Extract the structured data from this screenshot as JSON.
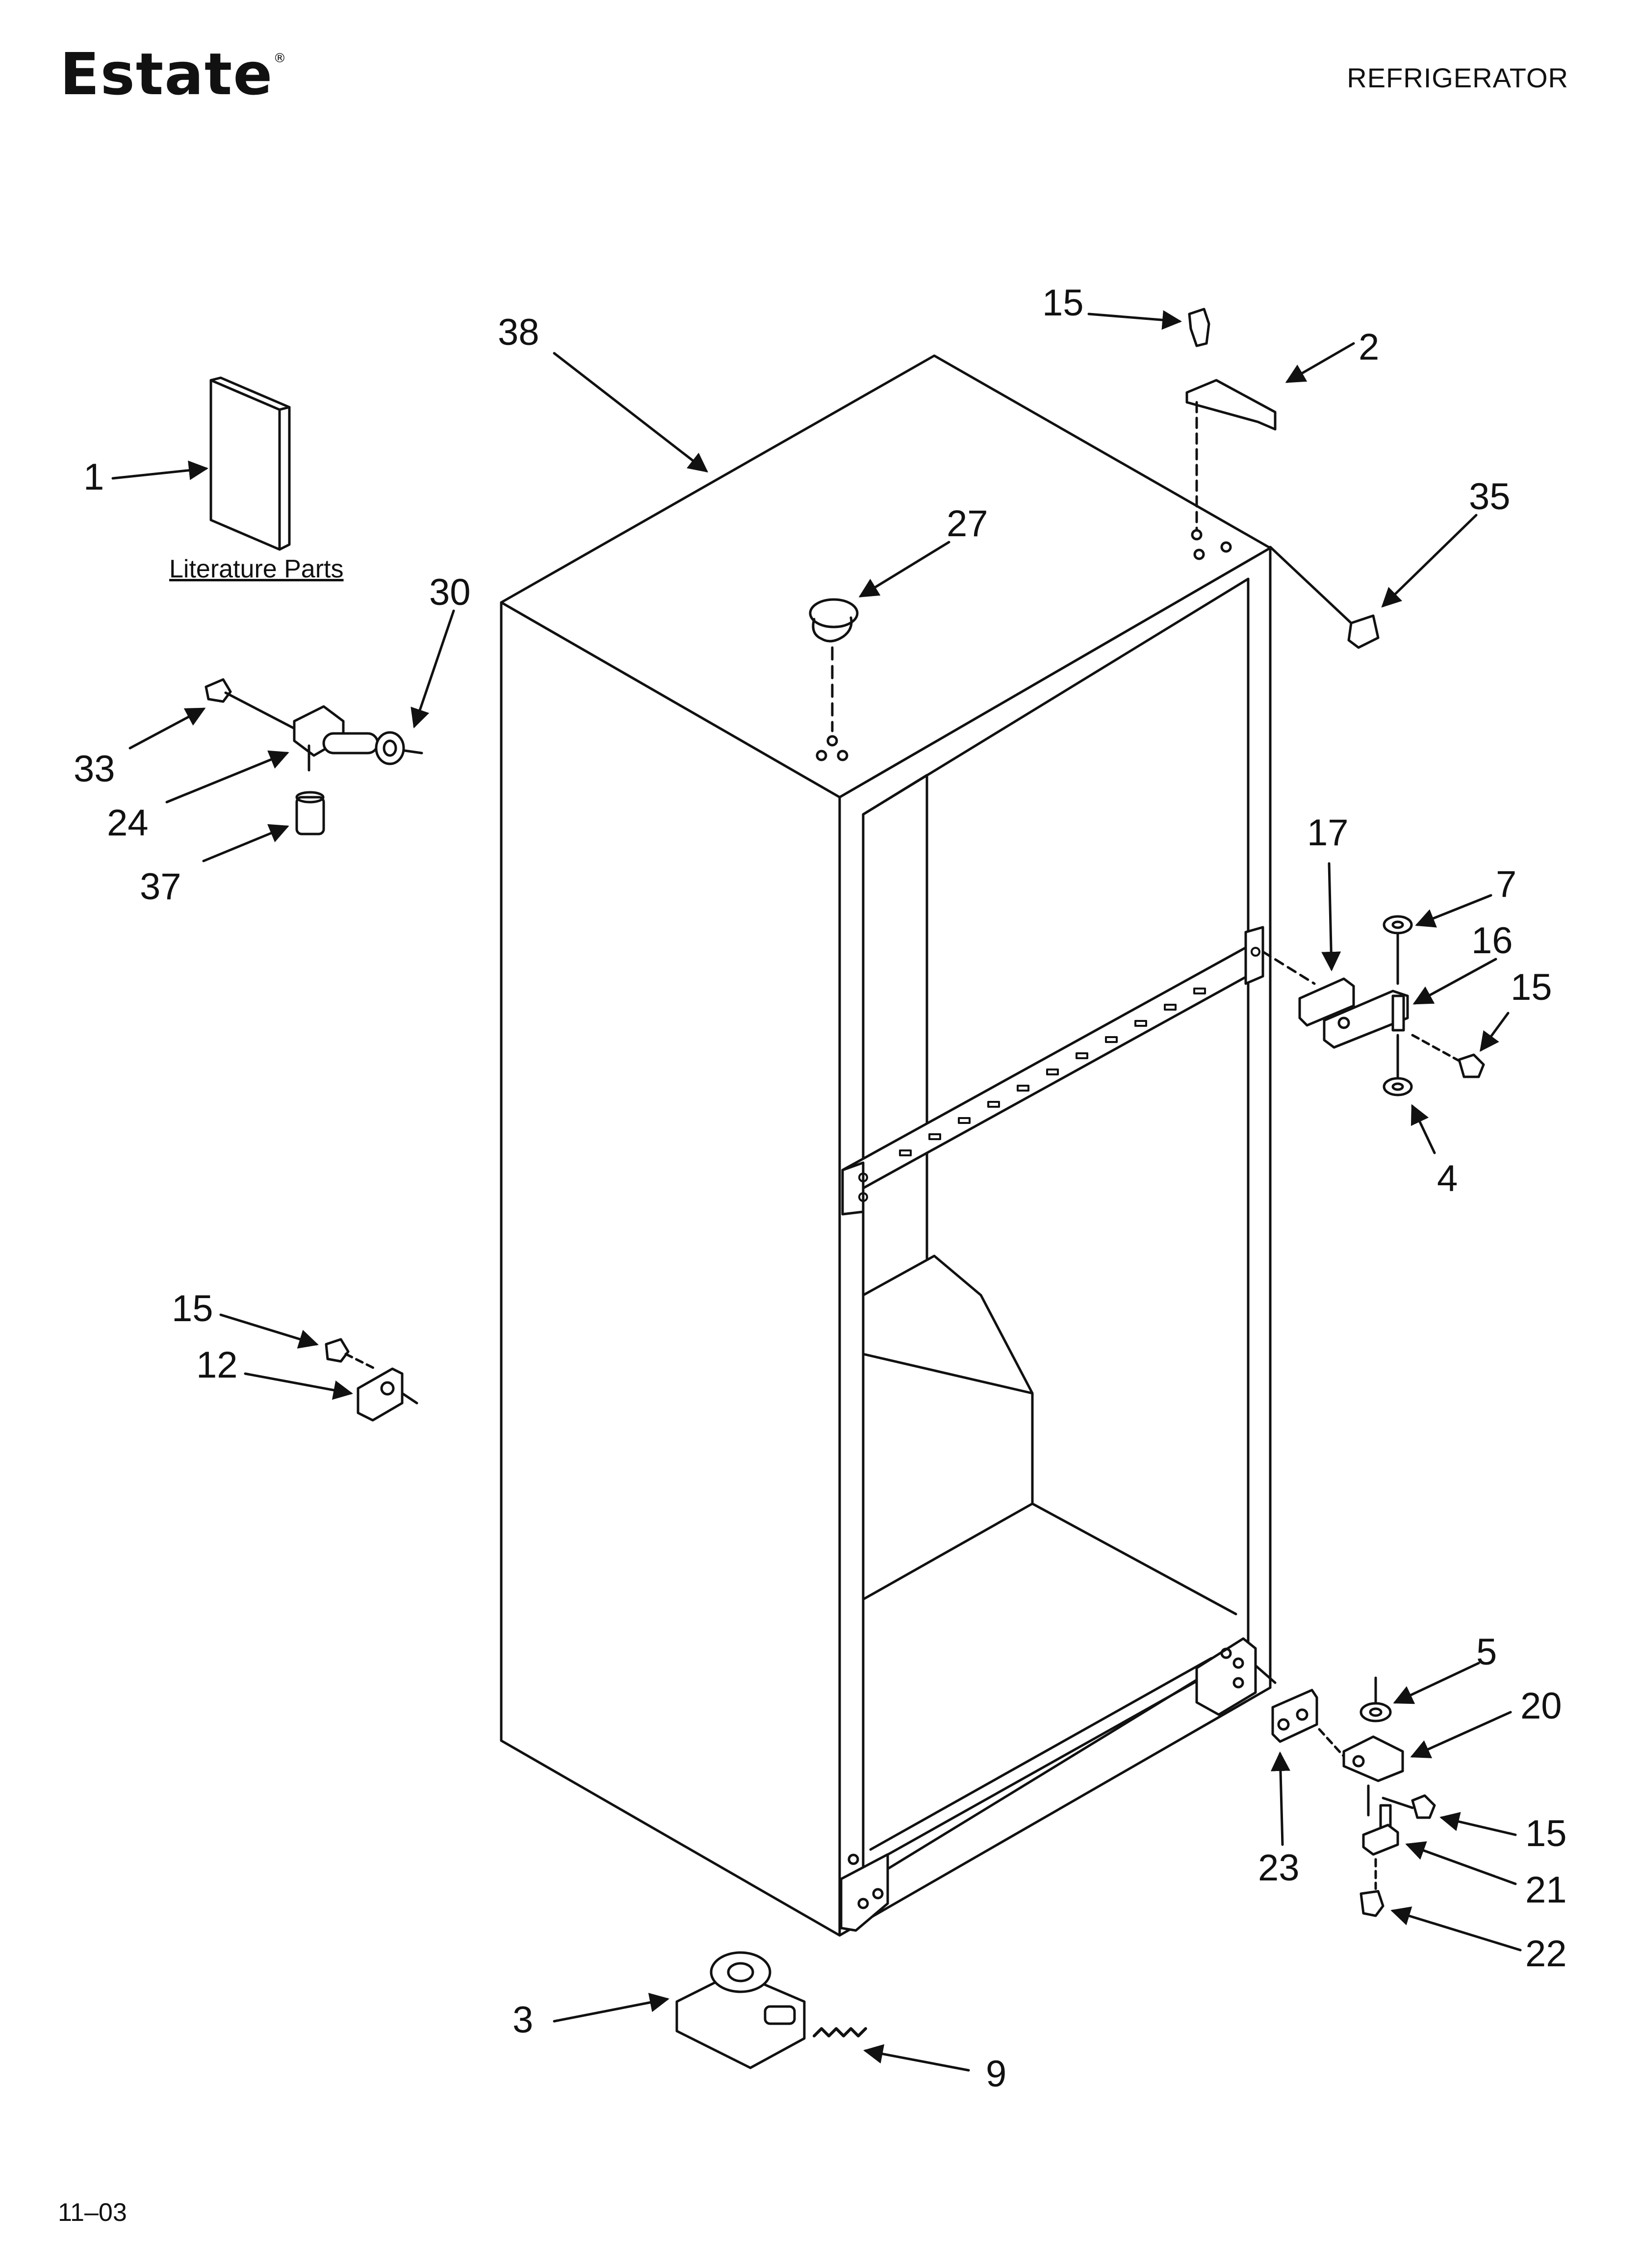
{
  "header": {
    "brand": "Estate",
    "brand_mark": "®",
    "category": "REFRIGERATOR"
  },
  "footer": {
    "date_code": "11–03"
  },
  "literature": {
    "label": "Literature Parts"
  },
  "callouts": [
    {
      "id": "c1",
      "label": "1"
    },
    {
      "id": "c2",
      "label": "2"
    },
    {
      "id": "c3",
      "label": "3"
    },
    {
      "id": "c4",
      "label": "4"
    },
    {
      "id": "c5",
      "label": "5"
    },
    {
      "id": "c7",
      "label": "7"
    },
    {
      "id": "c9",
      "label": "9"
    },
    {
      "id": "c12",
      "label": "12"
    },
    {
      "id": "c15a",
      "label": "15"
    },
    {
      "id": "c15b",
      "label": "15"
    },
    {
      "id": "c15c",
      "label": "15"
    },
    {
      "id": "c15d",
      "label": "15"
    },
    {
      "id": "c16",
      "label": "16"
    },
    {
      "id": "c17",
      "label": "17"
    },
    {
      "id": "c20",
      "label": "20"
    },
    {
      "id": "c21",
      "label": "21"
    },
    {
      "id": "c22",
      "label": "22"
    },
    {
      "id": "c23",
      "label": "23"
    },
    {
      "id": "c24",
      "label": "24"
    },
    {
      "id": "c27",
      "label": "27"
    },
    {
      "id": "c30",
      "label": "30"
    },
    {
      "id": "c33",
      "label": "33"
    },
    {
      "id": "c35",
      "label": "35"
    },
    {
      "id": "c37",
      "label": "37"
    },
    {
      "id": "c38",
      "label": "38"
    }
  ]
}
